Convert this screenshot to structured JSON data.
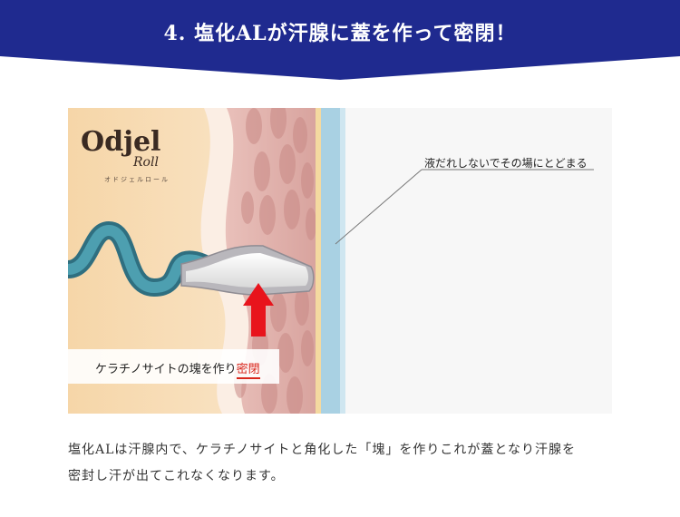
{
  "header": {
    "title": "4. 塩化ALが汗腺に蓋を作って密閉！",
    "color": "#1f2a8f"
  },
  "illustration": {
    "brand": {
      "name": "Odjel",
      "sub": "Roll",
      "kana": "オドジェルロール"
    },
    "callout": "液だれしないでその場にとどまる",
    "keratin_label": {
      "text": "ケラチノサイトの塊を作り",
      "accent": "密閉",
      "accent_color": "#d9261c"
    },
    "arrow_color": "#e8141c",
    "duct_color": "#3b8a9a"
  },
  "description": {
    "line1": "塩化ALは汗腺内で、ケラチノサイトと角化した「塊」を作りこれが蓋となり汗腺を",
    "line2": "密封し汗が出てこれなくなります。"
  }
}
